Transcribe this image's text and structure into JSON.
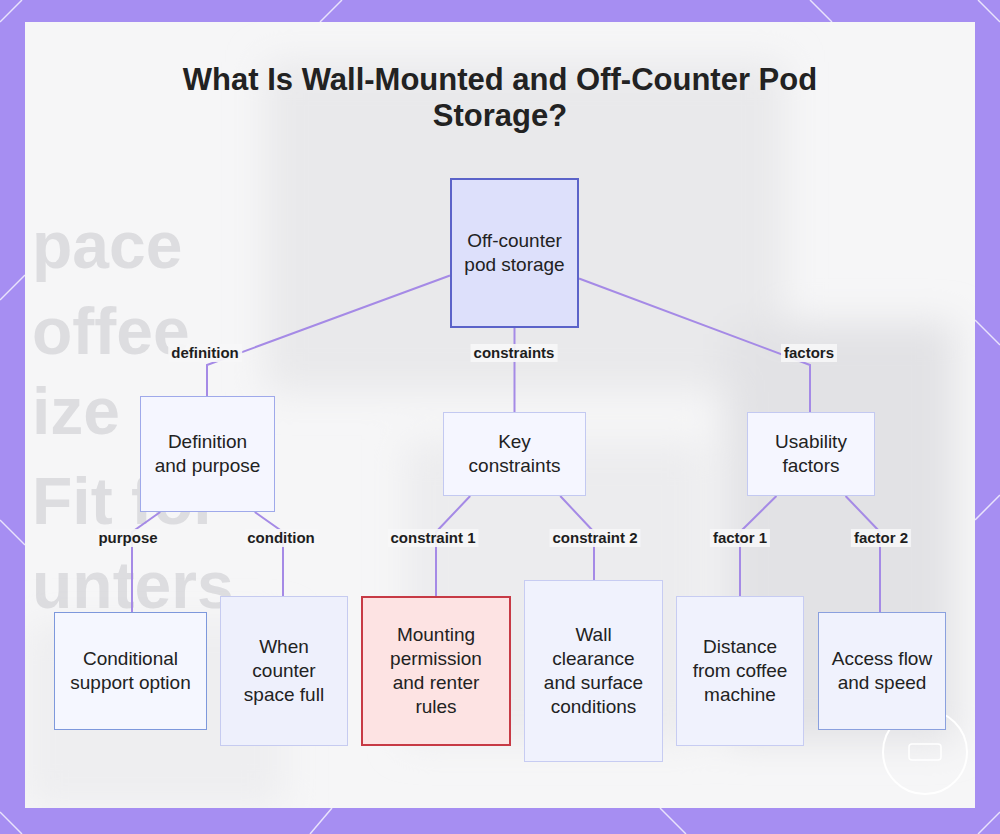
{
  "diagram": {
    "title": "What Is Wall-Mounted and Off-Counter Pod Storage?",
    "nodes": [
      {
        "text": [
          "Off-counter pod storage"
        ]
      },
      {
        "text": [
          "Definition and purpose"
        ]
      },
      {
        "text": [
          "Key constraints"
        ]
      },
      {
        "text": [
          "Usability factors"
        ]
      },
      {
        "text": [
          "Conditional support option"
        ]
      },
      {
        "text": [
          "When counter space full"
        ]
      },
      {
        "text": [
          "Mounting permission and renter rules"
        ]
      },
      {
        "text": [
          "Wall clearance and surface conditions"
        ]
      },
      {
        "text": [
          "Distance from coffee machine"
        ]
      },
      {
        "text": [
          "Access flow and speed"
        ]
      }
    ],
    "edges": [
      {
        "from": 0,
        "to": 1,
        "label": "definition",
        "arrow": "none"
      },
      {
        "from": 0,
        "to": 2,
        "label": "constraints",
        "arrow": "none"
      },
      {
        "from": 0,
        "to": 3,
        "label": "factors",
        "arrow": "none"
      },
      {
        "from": 1,
        "to": 4,
        "label": "purpose",
        "arrow": "none"
      },
      {
        "from": 1,
        "to": 5,
        "label": "condition",
        "arrow": "none"
      },
      {
        "from": 2,
        "to": 6,
        "label": "constraint 1",
        "arrow": "none"
      },
      {
        "from": 2,
        "to": 7,
        "label": "constraint 2",
        "arrow": "none"
      },
      {
        "from": 3,
        "to": 8,
        "label": "factor 1",
        "arrow": "none"
      },
      {
        "from": 3,
        "to": 9,
        "label": "factor 2",
        "arrow": "none"
      }
    ],
    "labels": [
      "pace",
      "offee",
      "ize",
      "Fit for",
      "unters"
    ]
  }
}
